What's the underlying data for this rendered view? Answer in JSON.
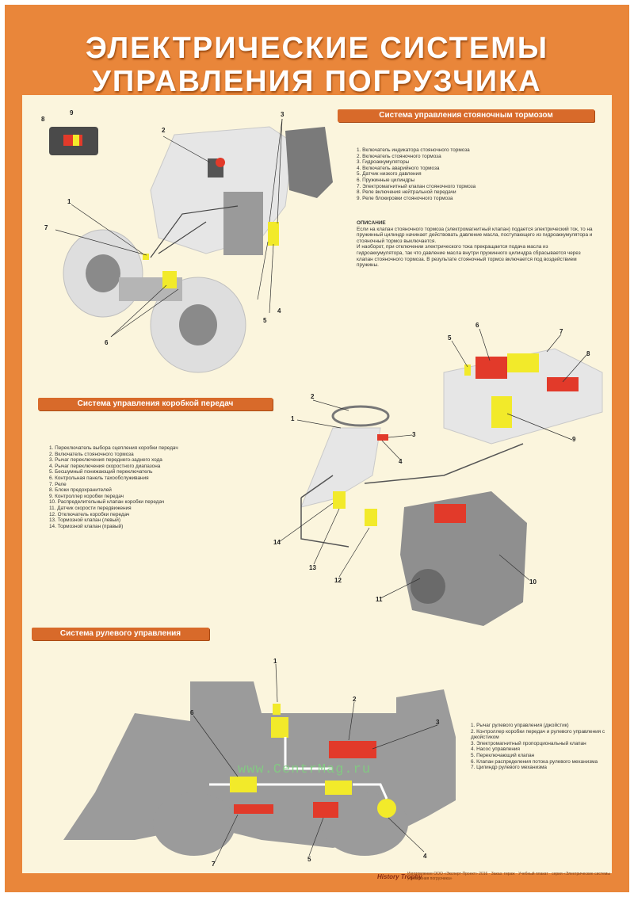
{
  "header": {
    "title_line1": "ЭЛЕКТРИЧЕСКИЕ СИСТЕМЫ",
    "title_line2": "УПРАВЛЕНИЯ ПОГРУЗЧИКА"
  },
  "parking": {
    "heading": "Система управления стояночным тормозом",
    "items": [
      "1. Включатель индикатора стояночного тормоза",
      "2. Включатель стояночного тормоза",
      "3. Гидроаккумуляторы",
      "4. Включатель аварийного тормоза",
      "5. Датчик низкого давления",
      "6. Пружинные цилиндры",
      "7. Электромагнитный клапан стояночного тормоза",
      "8. Реле включения нейтральной передачи",
      "9. Реле блокировки стояночного тормоза"
    ],
    "desc_title": "ОПИСАНИЕ",
    "desc_p1": "Если на клапан стояночного тормоза (электромагнитный клапан) подается электрический ток, то на пружинный цилиндр начинает действовать давление масла, поступающего из гидроаккумулятора и стояночный тормоз выключается.",
    "desc_p2": "И наоборот, при отключении электрического тока прекращается подача масла из гидроаккумулятора, так что давление масла внутри пружинного цилиндра сбрасывается через клапан стояночного тормоза. В результате стояночный тормоз включается под воздействием пружины."
  },
  "transmission": {
    "heading": "Система управления коробкой передач",
    "items": [
      "1. Переключатель выбора сцепления коробки передач",
      "2. Включатель стояночного тормоза",
      "3. Рычаг переключения переднего-заднего хода",
      "4. Рычаг переключения скоростного диапазона",
      "5. Бесшумный понижающий переключатель",
      "6. Контрольная панель тахообслуживания",
      "7. Реле",
      "8. Блоки предохранителей",
      "9. Контроллер коробки передач",
      "10. Распределительный клапан коробки передач",
      "11. Датчик скорости передвижения",
      "12. Отключатель коробки передач",
      "13. Тормозной клапан (левый)",
      "14. Тормозной клапан (правый)"
    ]
  },
  "steering": {
    "heading": "Система рулевого управления",
    "items": [
      "1. Рычаг рулевого управления (джойстик)",
      "2. Контроллер коробки передач и рулевого управления с джойстиком",
      "3. Электромагнитный пропорциональный клапан",
      "4. Насос управления",
      "5. Переключающий клапан",
      "6. Клапан распределения потока рулевого механизма",
      "7. Цилиндр рулевого механизма"
    ]
  },
  "watermark": "www.CentrMag.ru",
  "footer": {
    "logo": "History Trophy",
    "text": "Изготовление ООО «Эксперт-Проект» 2016 · Заказ: тираж · Учебный плакат · серия «Электрические системы управления погрузчика»"
  },
  "colors": {
    "frame": "#e9863a",
    "panel": "#fbf5dd",
    "band": "#d86a2a",
    "component_yellow": "#f2ea2a",
    "component_red": "#e23a2a",
    "machine_gray": "#8f8f8f"
  }
}
